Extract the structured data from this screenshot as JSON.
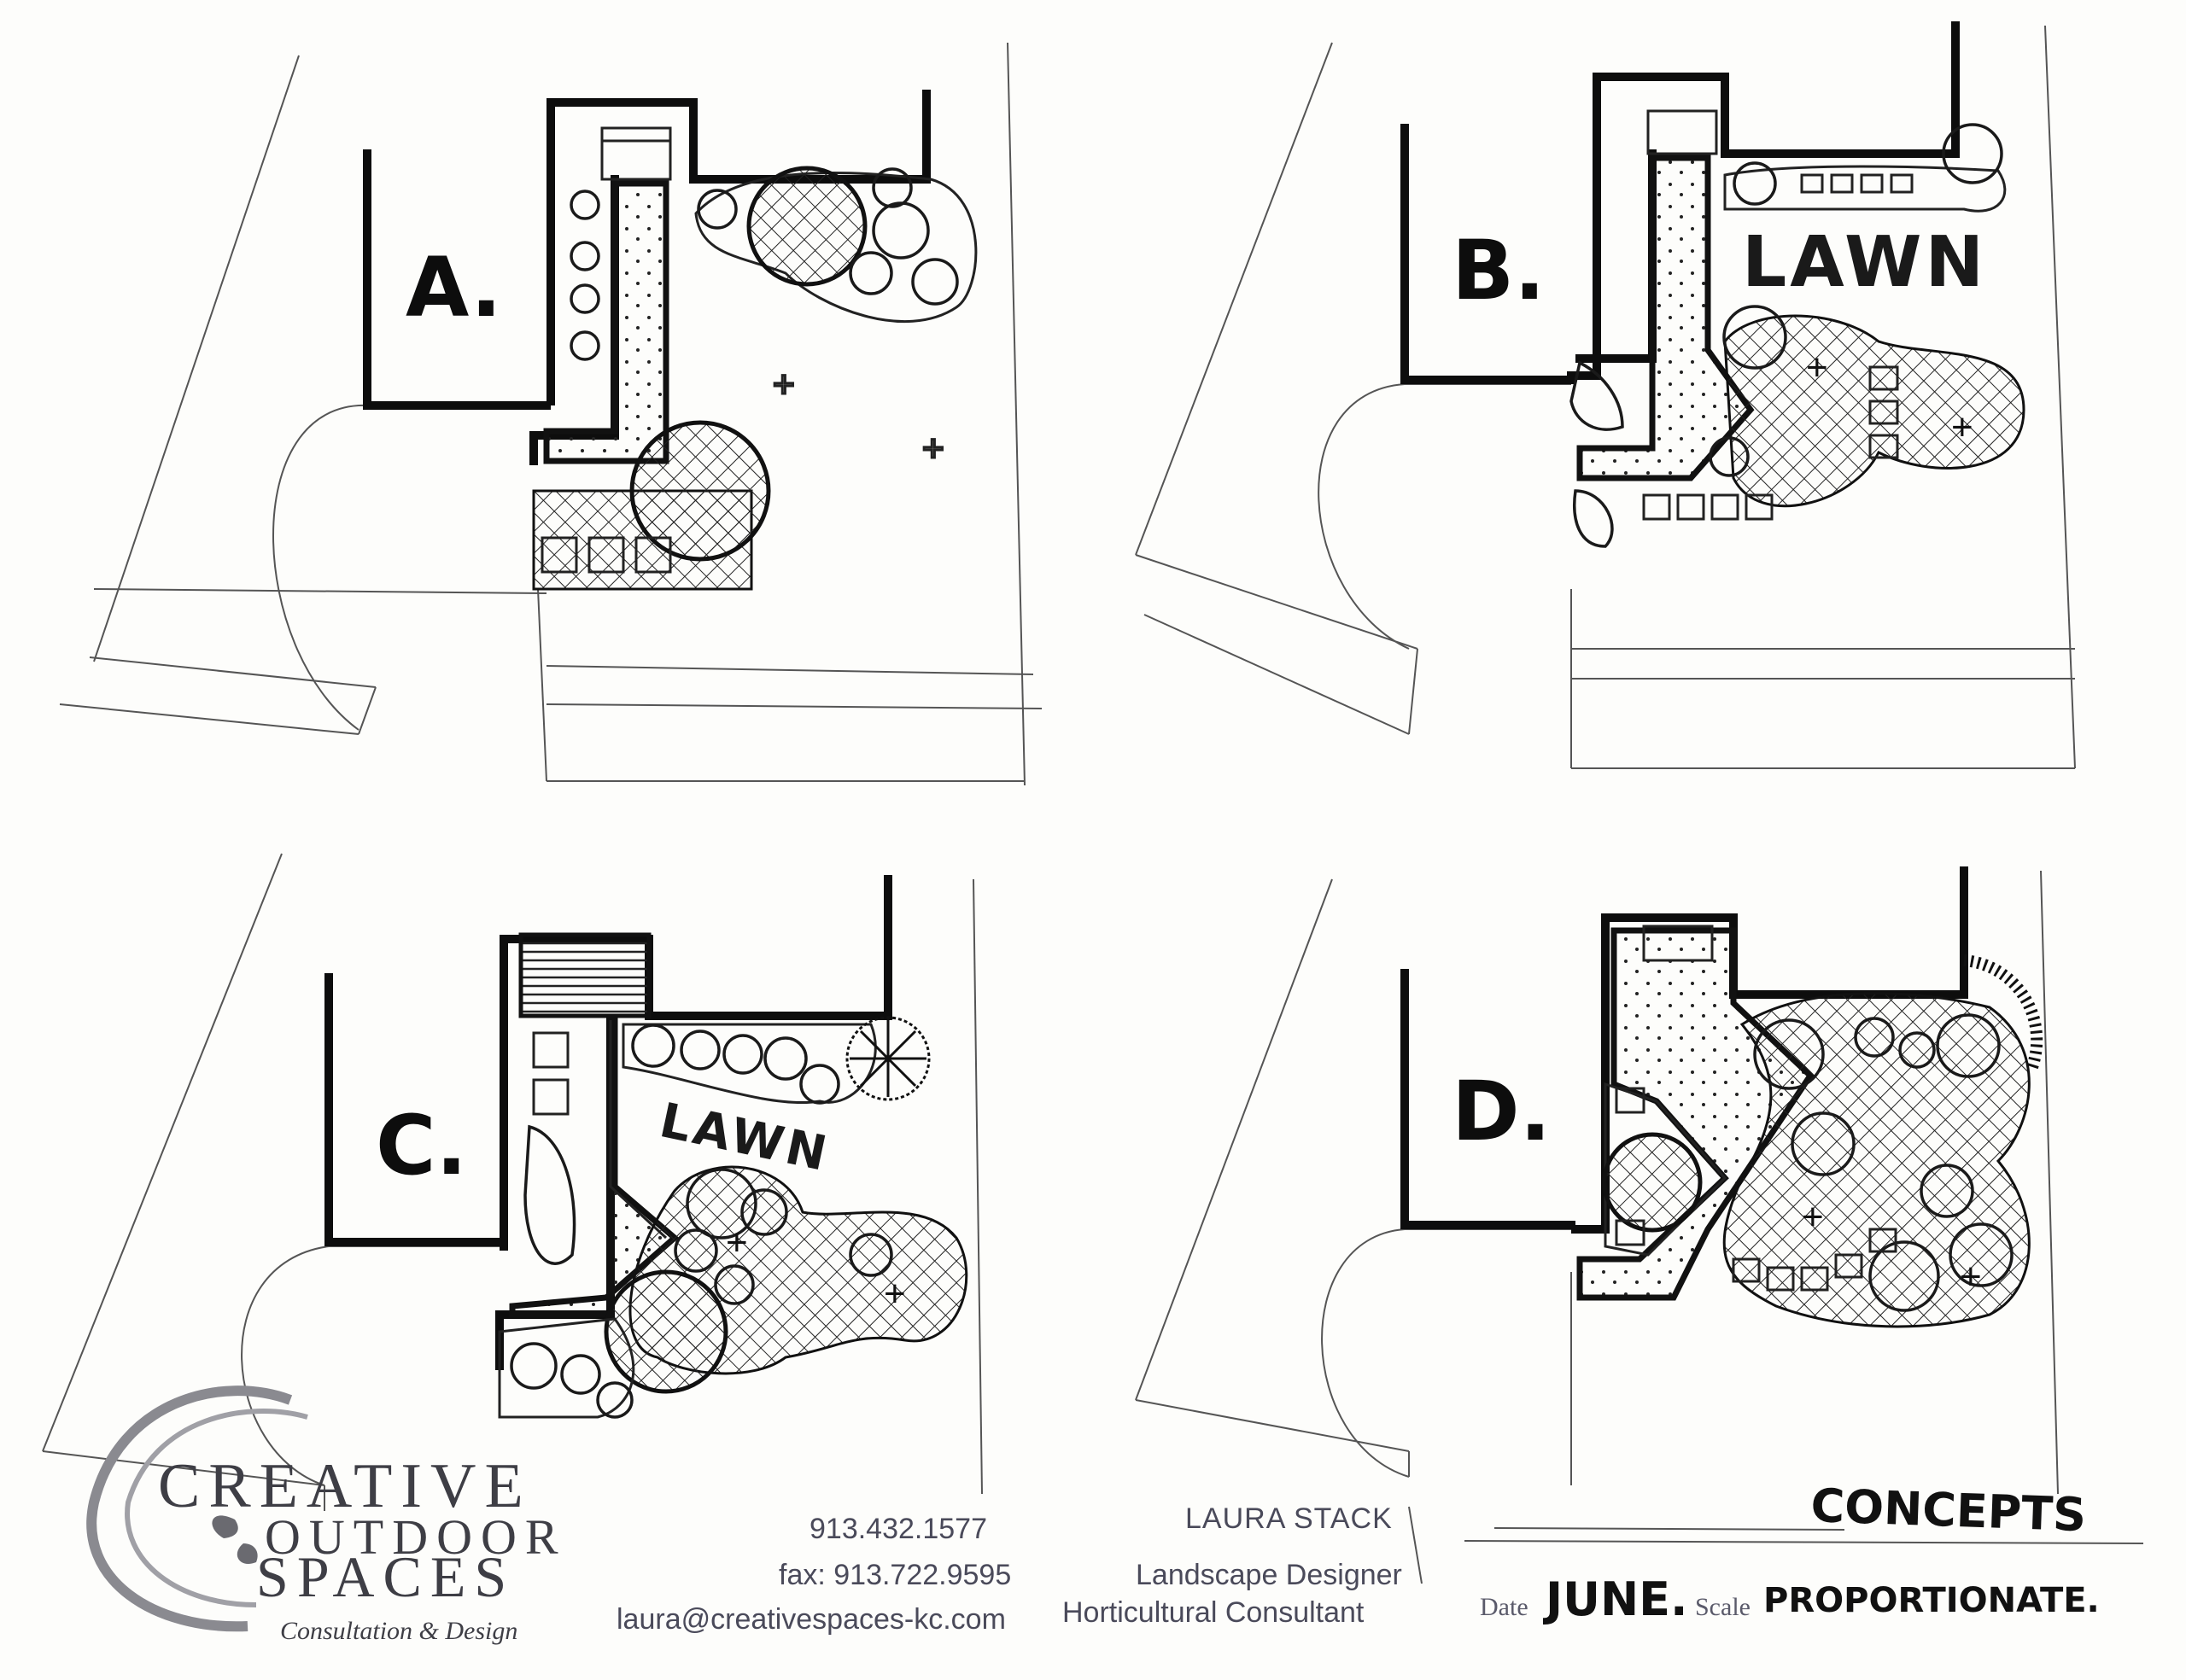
{
  "concepts": [
    {
      "id": "A",
      "label": "A."
    },
    {
      "id": "B",
      "label": "B.",
      "lawn_text": "LAWN"
    },
    {
      "id": "C",
      "label": "C.",
      "lawn_text": "LAWN"
    },
    {
      "id": "D",
      "label": "D."
    }
  ],
  "logo": {
    "line1": "CREATIVE",
    "line2": "OUTDOOR",
    "line3": "SPACES",
    "tagline": "Consultation & Design"
  },
  "contact": {
    "phone": "913.432.1577",
    "fax": "fax: 913.722.9595",
    "email": "laura@creativespaces-kc.com"
  },
  "designer": {
    "name": "LAURA STACK",
    "title1": "Landscape Designer",
    "title2": "Horticultural Consultant"
  },
  "title_block": {
    "title": "CONCEPTS",
    "date_label": "Date",
    "date_value": "JUNE.",
    "scale_label": "Scale",
    "scale_value": "PROPORTIONATE."
  },
  "colors": {
    "ink": "#0d0d0d",
    "logo_gray": "#3e3e45",
    "footer_text": "#4a4a5a",
    "paper": "#fdfdfb"
  }
}
